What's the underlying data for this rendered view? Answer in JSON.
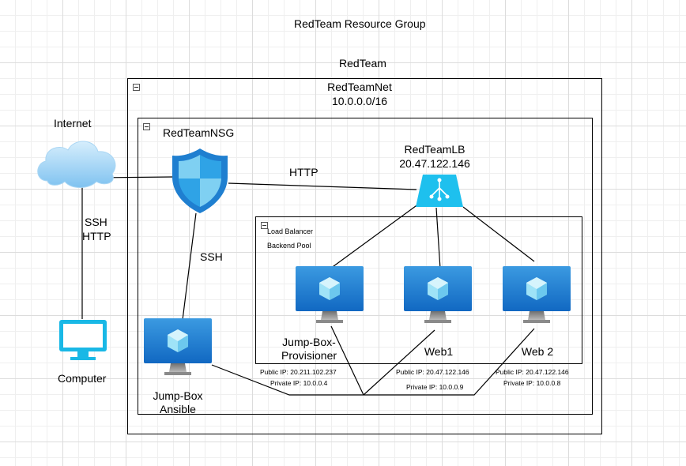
{
  "resource_group_label": "RedTeam Resource Group",
  "vnet_group_label": "RedTeam",
  "vnet": {
    "name": "RedTeamNet",
    "cidr": "10.0.0.0/16"
  },
  "nsg": {
    "name": "RedTeamNSG"
  },
  "internet": {
    "label": "Internet"
  },
  "computer": {
    "label": "Computer"
  },
  "load_balancer": {
    "name": "RedTeamLB",
    "ip": "20.47.122.146"
  },
  "backend_pool": {
    "line1": "Load Balancer",
    "line2": "Backend Pool"
  },
  "connections": {
    "internet_to_computer": [
      "SSH",
      "HTTP"
    ],
    "nsg_to_lb": "HTTP",
    "nsg_to_jumpbox": "SSH"
  },
  "vms": {
    "jumpbox": {
      "name_line1": "Jump-Box",
      "name_line2": "Ansible"
    },
    "provisioner": {
      "name_line1": "Jump-Box-",
      "name_line2": "Provisioner",
      "public_ip": "Public IP: 20.211.102.237",
      "private_ip": "Private IP: 10.0.0.4"
    },
    "web1": {
      "name": "Web1",
      "public_ip": "Public IP: 20.47.122.146",
      "private_ip": "Private IP: 10.0.0.9"
    },
    "web2": {
      "name": "Web 2",
      "public_ip": "Public IP: 20.47.122.146",
      "private_ip": "Private IP: 10.0.0.8"
    }
  },
  "colors": {
    "vm_blue": "#1e88d6",
    "vm_blue_dark": "#0f6cbd",
    "cube": "#7fd4f5",
    "lb": "#1ec0ee",
    "computer": "#19b8e6",
    "cloud": "#9bd1f5",
    "shield": "#1f7fd0"
  }
}
